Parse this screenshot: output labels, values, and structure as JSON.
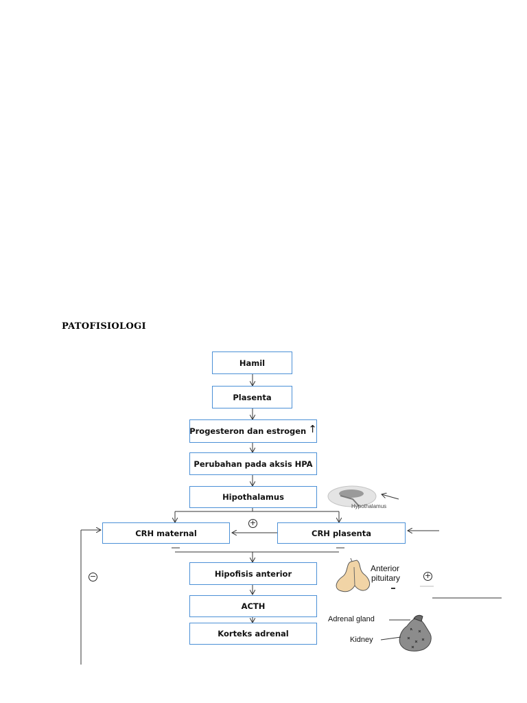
{
  "heading": "PATOFISIOLOGI",
  "nodes": {
    "hamil": "Hamil",
    "plasenta": "Plasenta",
    "progesteron": "Progesteron dan estrogen",
    "progesteron_arrow": "↑",
    "perubahan": "Perubahan pada aksis HPA",
    "hipothalamus": "Hipothalamus",
    "crh_maternal": "CRH maternal",
    "crh_plasenta": "CRH plasenta",
    "hipofisis": "Hipofisis anterior",
    "acth": "ACTH",
    "korteks": "Korteks adrenal"
  },
  "signs": {
    "plus_crh": "+",
    "minus_feedback": "−",
    "plus_pituitary": "+"
  },
  "illustrations": {
    "hypothalamus_label": "Hypothalamus",
    "pituitary_label_1": "Anterior",
    "pituitary_label_2": "pituitary",
    "adrenal_label": "Adrenal gland",
    "kidney_label": "Kidney"
  },
  "colors": {
    "box_border": "#4a8fd6",
    "line": "#333333"
  }
}
